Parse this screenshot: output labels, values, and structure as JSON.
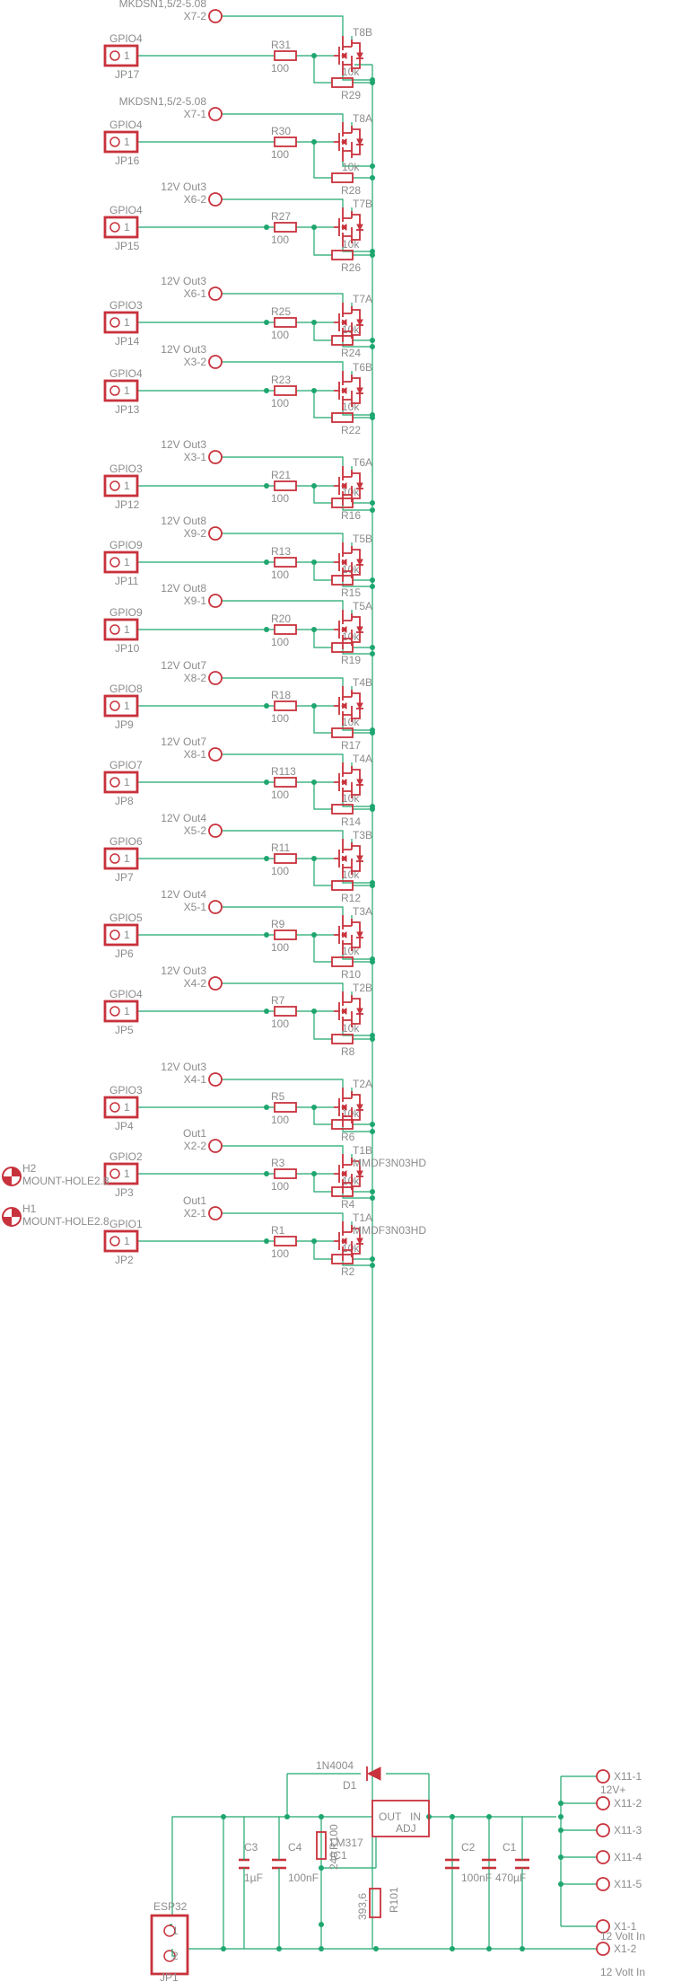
{
  "connectors": [
    {
      "name": "GPIO4",
      "ref": "JP17",
      "pin": "1",
      "resistor": "R31",
      "r_value": "100",
      "pulldown": "R29",
      "pd_value": "10k",
      "fet": "T8B",
      "terminal": "X7-2",
      "term_label": "MKDSN1,5/2-5.08"
    },
    {
      "name": "GPIO4",
      "ref": "JP16",
      "pin": "1",
      "resistor": "R30",
      "r_value": "100",
      "pulldown": "R28",
      "pd_value": "10k",
      "fet": "T8A",
      "terminal": "X7-1",
      "term_label": "MKDSN1,5/2-5.08"
    },
    {
      "name": "GPIO4",
      "ref": "JP15",
      "pin": "1",
      "resistor": "R27",
      "r_value": "100",
      "pulldown": "R26",
      "pd_value": "10k",
      "fet": "T7B",
      "terminal": "X6-2",
      "term_label": "12V Out3"
    },
    {
      "name": "GPIO3",
      "ref": "JP14",
      "pin": "1",
      "resistor": "R25",
      "r_value": "100",
      "pulldown": "R24",
      "pd_value": "10k",
      "fet": "T7A",
      "terminal": "X6-1",
      "term_label": "12V Out3"
    },
    {
      "name": "GPIO4",
      "ref": "JP13",
      "pin": "1",
      "resistor": "R23",
      "r_value": "100",
      "pulldown": "R22",
      "pd_value": "10k",
      "fet": "T6B",
      "terminal": "X3-2",
      "term_label": "12V Out3"
    },
    {
      "name": "GPIO3",
      "ref": "JP12",
      "pin": "1",
      "resistor": "R21",
      "r_value": "100",
      "pulldown": "R16",
      "pd_value": "10k",
      "fet": "T6A",
      "terminal": "X3-1",
      "term_label": "12V Out3"
    },
    {
      "name": "GPIO9",
      "ref": "JP11",
      "pin": "1",
      "resistor": "R13",
      "r_value": "100",
      "pulldown": "R15",
      "pd_value": "10k",
      "fet": "T5B",
      "terminal": "X9-2",
      "term_label": "12V Out8"
    },
    {
      "name": "GPIO9",
      "ref": "JP10",
      "pin": "1",
      "resistor": "R20",
      "r_value": "100",
      "pulldown": "R19",
      "pd_value": "10k",
      "fet": "T5A",
      "terminal": "X9-1",
      "term_label": "12V Out8"
    },
    {
      "name": "GPIO8",
      "ref": "JP9",
      "pin": "1",
      "resistor": "R18",
      "r_value": "100",
      "pulldown": "R17",
      "pd_value": "10k",
      "fet": "T4B",
      "terminal": "X8-2",
      "term_label": "12V Out7"
    },
    {
      "name": "GPIO7",
      "ref": "JP8",
      "pin": "1",
      "resistor": "R113",
      "r_value": "100",
      "pulldown": "R14",
      "pd_value": "10k",
      "fet": "T4A",
      "terminal": "X8-1",
      "term_label": "12V Out7"
    },
    {
      "name": "GPIO6",
      "ref": "JP7",
      "pin": "1",
      "resistor": "R11",
      "r_value": "100",
      "pulldown": "R12",
      "pd_value": "10k",
      "fet": "T3B",
      "terminal": "X5-2",
      "term_label": "12V Out4"
    },
    {
      "name": "GPIO5",
      "ref": "JP6",
      "pin": "1",
      "resistor": "R9",
      "r_value": "100",
      "pulldown": "R10",
      "pd_value": "10k",
      "fet": "T3A",
      "terminal": "X5-1",
      "term_label": "12V Out4"
    },
    {
      "name": "GPIO4",
      "ref": "JP5",
      "pin": "1",
      "resistor": "R7",
      "r_value": "100",
      "pulldown": "R8",
      "pd_value": "10k",
      "fet": "T2B",
      "terminal": "X4-2",
      "term_label": "12V Out3"
    },
    {
      "name": "GPIO3",
      "ref": "JP4",
      "pin": "1",
      "resistor": "R5",
      "r_value": "100",
      "pulldown": "R6",
      "pd_value": "10k",
      "fet": "T2A",
      "terminal": "X4-1",
      "term_label": "12V Out3"
    },
    {
      "name": "GPIO2",
      "ref": "JP3",
      "pin": "1",
      "resistor": "R3",
      "r_value": "100",
      "pulldown": "R4",
      "pd_value": "10k",
      "fet": "T1B",
      "fet_part": "MMDF3N03HD",
      "terminal": "X2-2",
      "term_label": "Out1"
    },
    {
      "name": "GPIO1",
      "ref": "JP2",
      "pin": "1",
      "resistor": "R1",
      "r_value": "100",
      "pulldown": "R2",
      "pd_value": "10k",
      "fet": "T1A",
      "fet_part": "MMDF3N03HD",
      "terminal": "X2-1",
      "term_label": "Out1"
    }
  ],
  "mount_holes": [
    {
      "ref": "H2",
      "label": "MOUNT-HOLE2.8"
    },
    {
      "ref": "H1",
      "label": "MOUNT-HOLE2.8"
    }
  ],
  "power": {
    "diode_part": "1N4004",
    "diode_ref": "D1",
    "reg_out": "OUT",
    "reg_in": "IN",
    "reg_adj": "ADJ",
    "reg_part": "LM317",
    "reg_ref": "IC1",
    "r100_ref": "R100",
    "r100_value": "240",
    "r101_ref": "R101",
    "r101_value": "393,6",
    "c3_ref": "C3",
    "c3_value": "1µF",
    "c4_ref": "C4",
    "c4_value": "100nF",
    "c2_ref": "C2",
    "c2_value": "100nF",
    "c1_ref": "C1",
    "c1_value": "470µF",
    "jp1_name": "ESP32",
    "jp1_ref": "JP1",
    "jp1_pin1": "1",
    "jp1_pin2": "2",
    "x11_pins": [
      "X11-1",
      "X11-2",
      "X11-3",
      "X11-4",
      "X11-5"
    ],
    "x11_label": "12V+",
    "x1_pins": [
      "X1-1",
      "X1-2"
    ],
    "x1_label": "12 Volt In"
  },
  "colors": {
    "wire": "#1ea66e",
    "part": "#c8323c",
    "text": "#8c8c8c"
  }
}
